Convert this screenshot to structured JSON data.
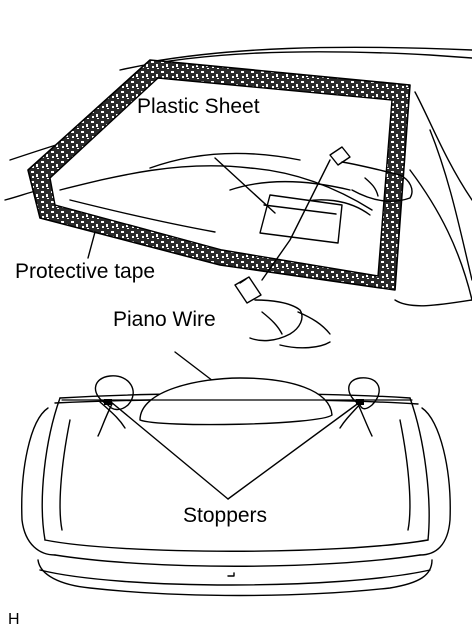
{
  "labels": {
    "plastic_sheet": "Plastic Sheet",
    "protective_tape": "Protective tape",
    "piano_wire": "Piano Wire",
    "stoppers": "Stoppers",
    "figure_code": "H"
  },
  "colors": {
    "ink": "#000000",
    "tape_fill": "#2a2a2a",
    "tape_highlight": "#ffffff",
    "background": "#ffffff"
  }
}
